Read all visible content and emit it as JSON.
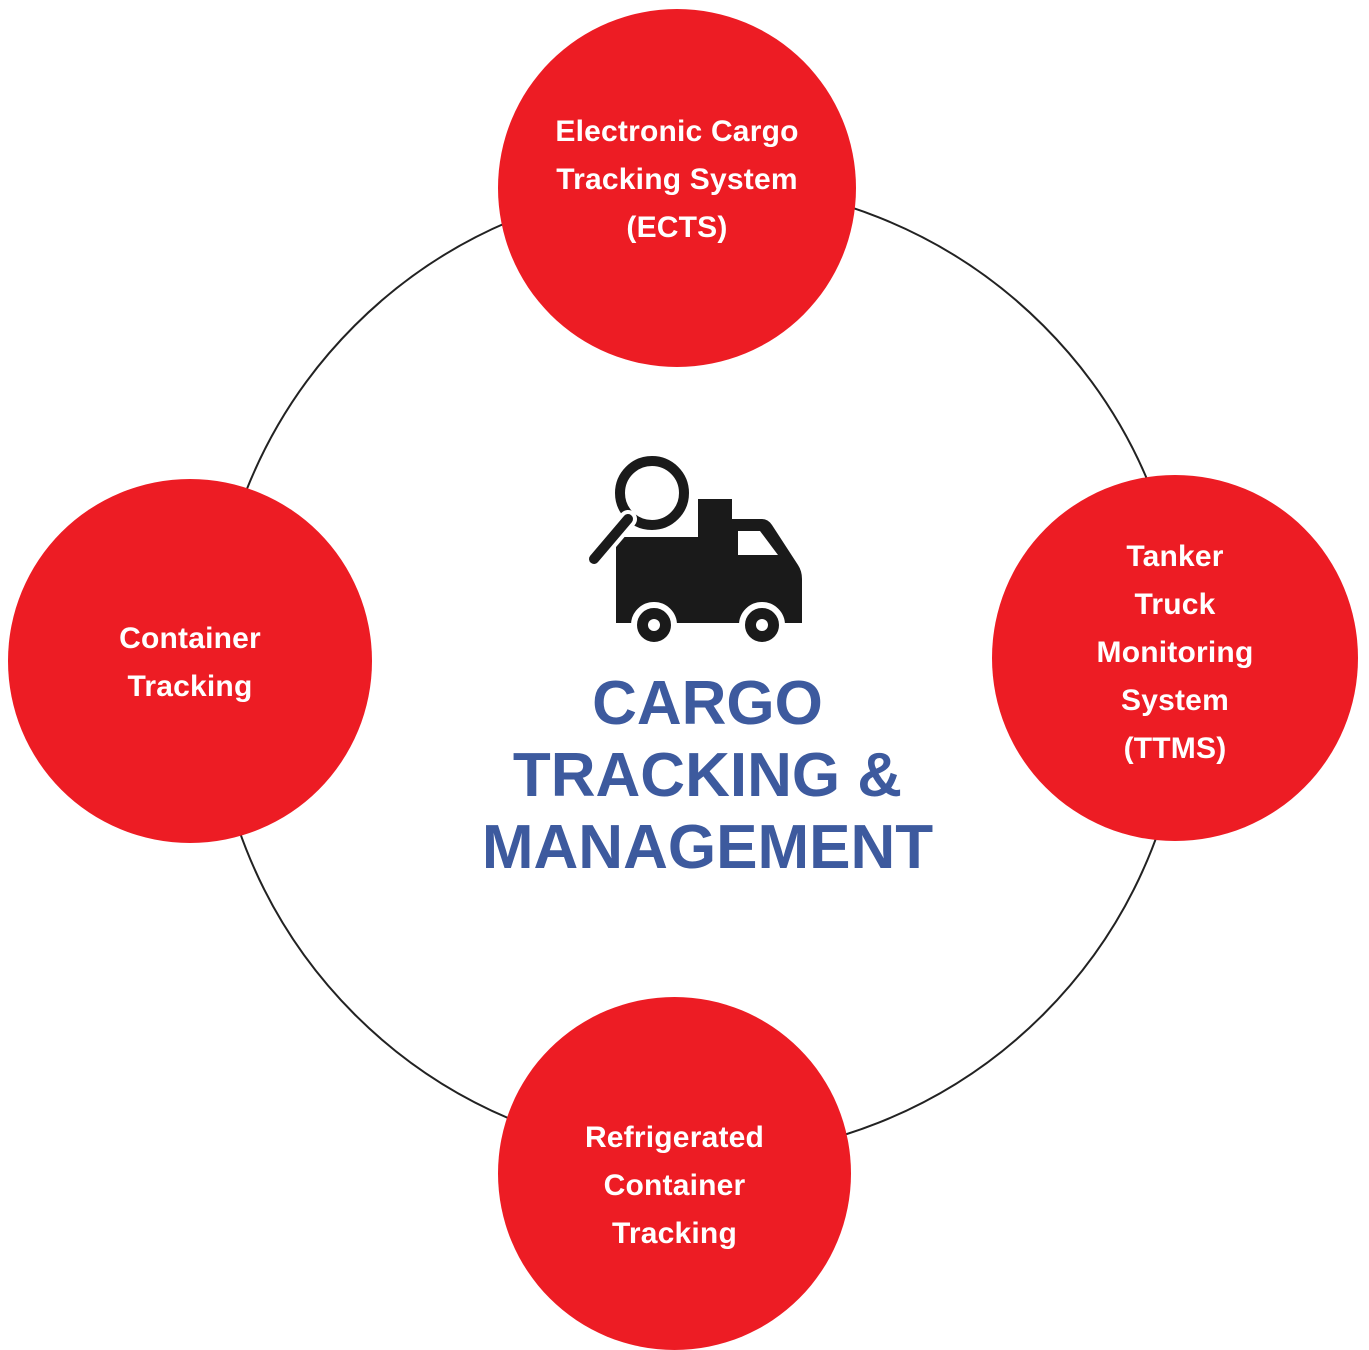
{
  "center": {
    "icon": "truck-search-icon",
    "title": "CARGO\nTRACKING &\nMANAGEMENT"
  },
  "nodes": {
    "top": {
      "label": "Electronic Cargo\nTracking System\n(ECTS)"
    },
    "right": {
      "label": "Tanker\nTruck\nMonitoring\nSystem\n(TTMS)"
    },
    "left": {
      "label": "Container\nTracking"
    },
    "bottom": {
      "label": "Refrigerated\nContainer\nTracking"
    }
  },
  "colors": {
    "node_fill": "#ed1c24",
    "node_text": "#ffffff",
    "title_text": "#3d5a9e",
    "ring_stroke": "#222222",
    "icon_fill": "#1a1a1a"
  }
}
